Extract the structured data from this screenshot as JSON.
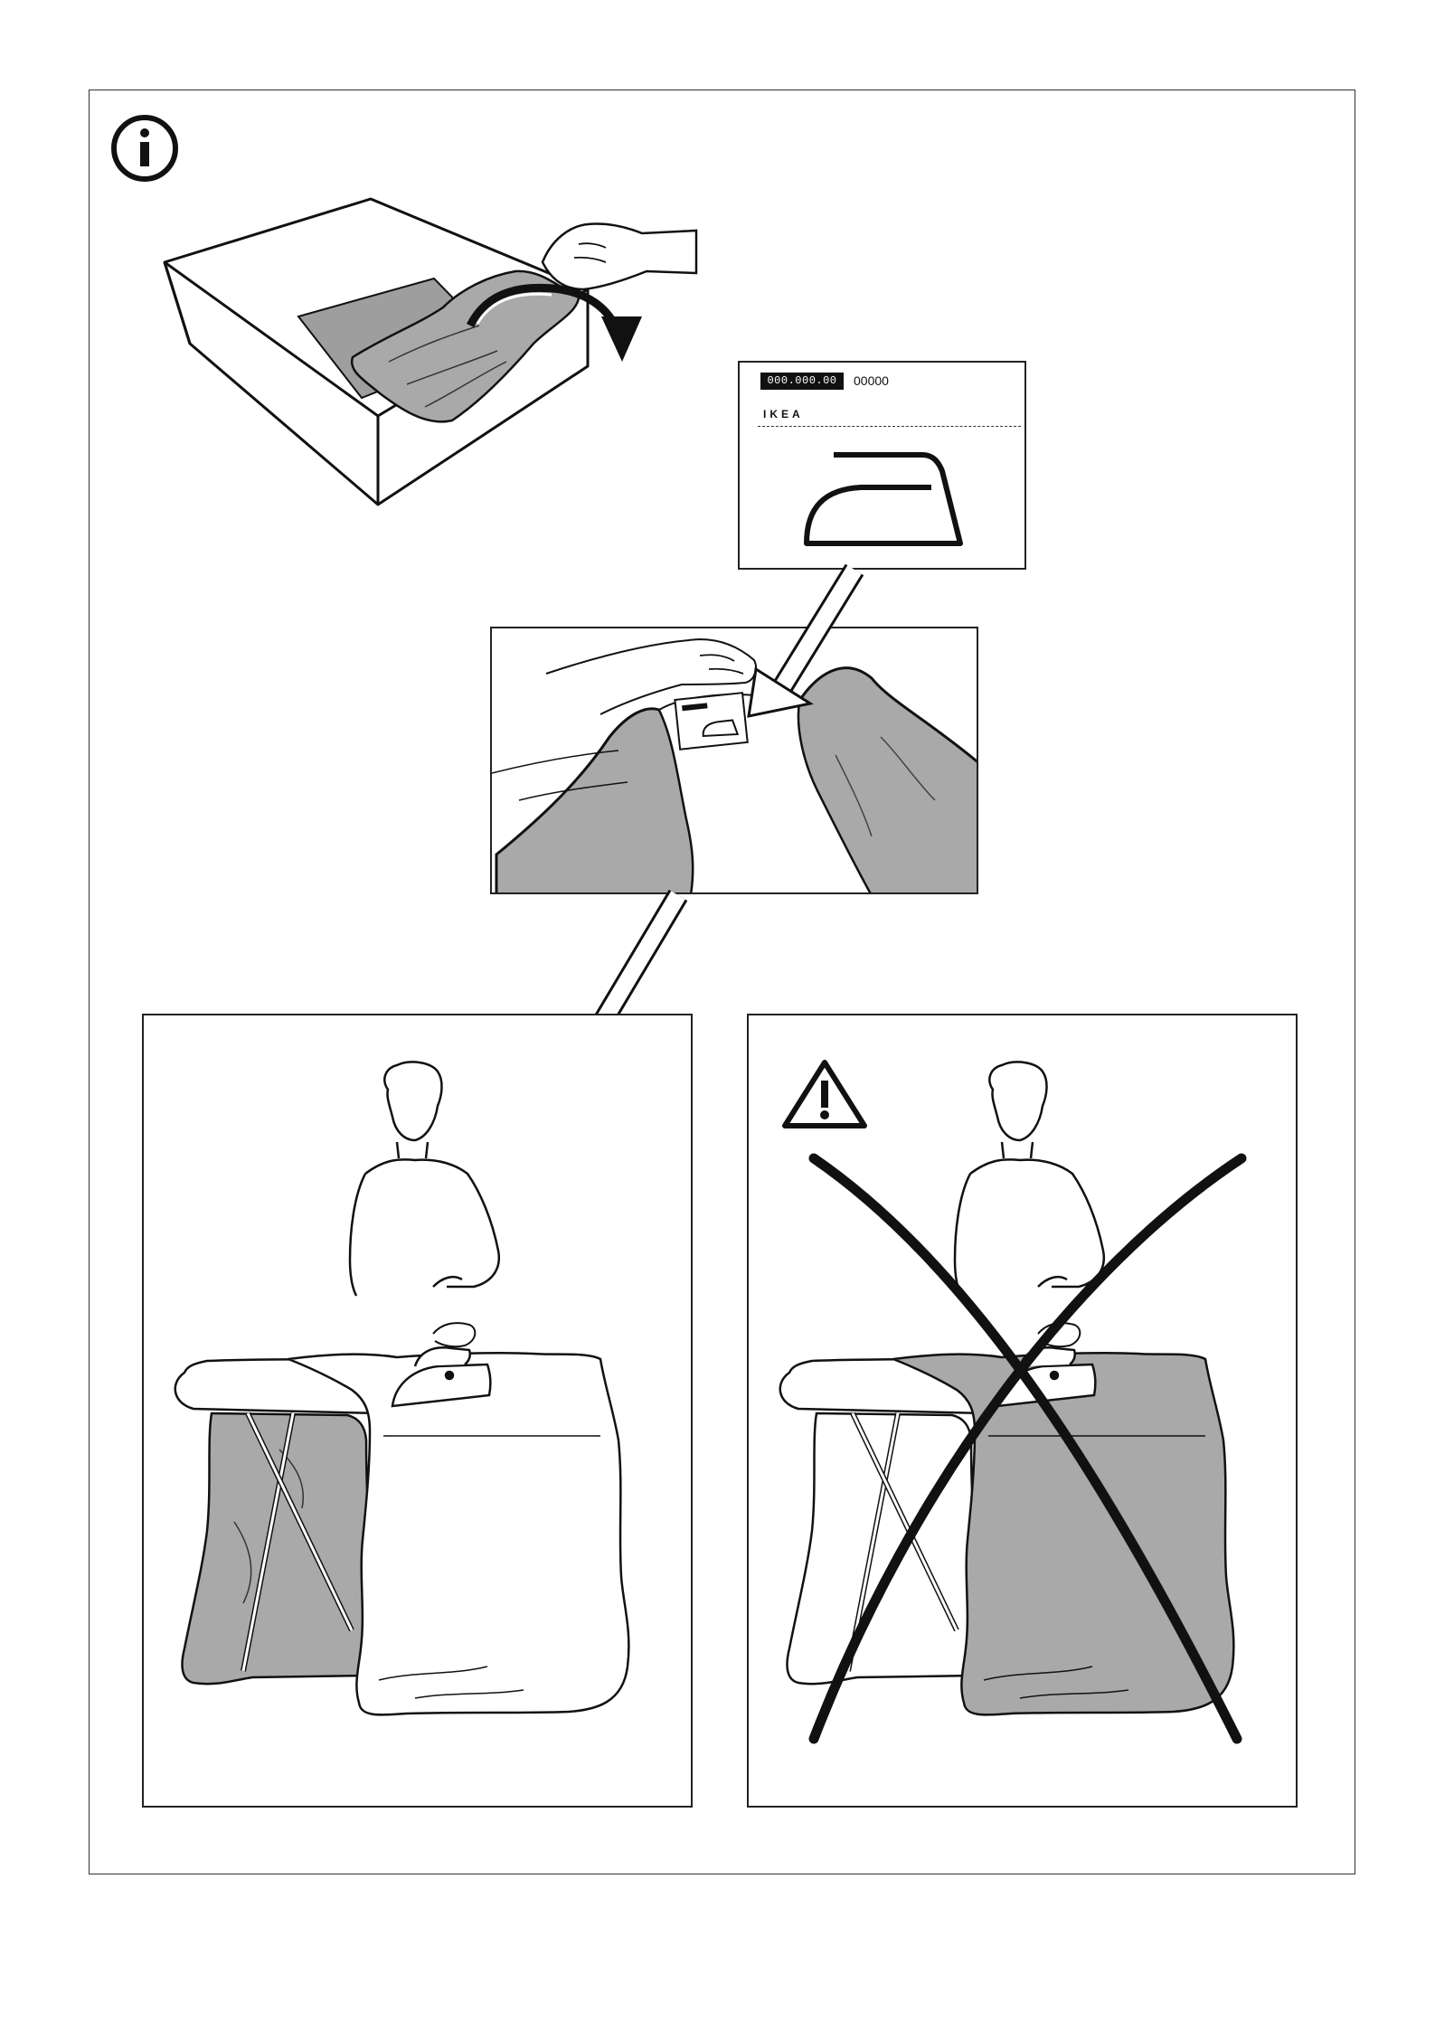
{
  "icons": {
    "info": "info-icon",
    "warning": "warning-triangle-icon",
    "iron": "iron-care-symbol-icon",
    "cross": "cross-out-icon"
  },
  "care_label": {
    "article_code": "000.000.00",
    "number": "00000",
    "brand": "IKEA"
  },
  "colors": {
    "fabric_gray": "#a9a9a9",
    "line": "#111111",
    "background": "#ffffff"
  }
}
